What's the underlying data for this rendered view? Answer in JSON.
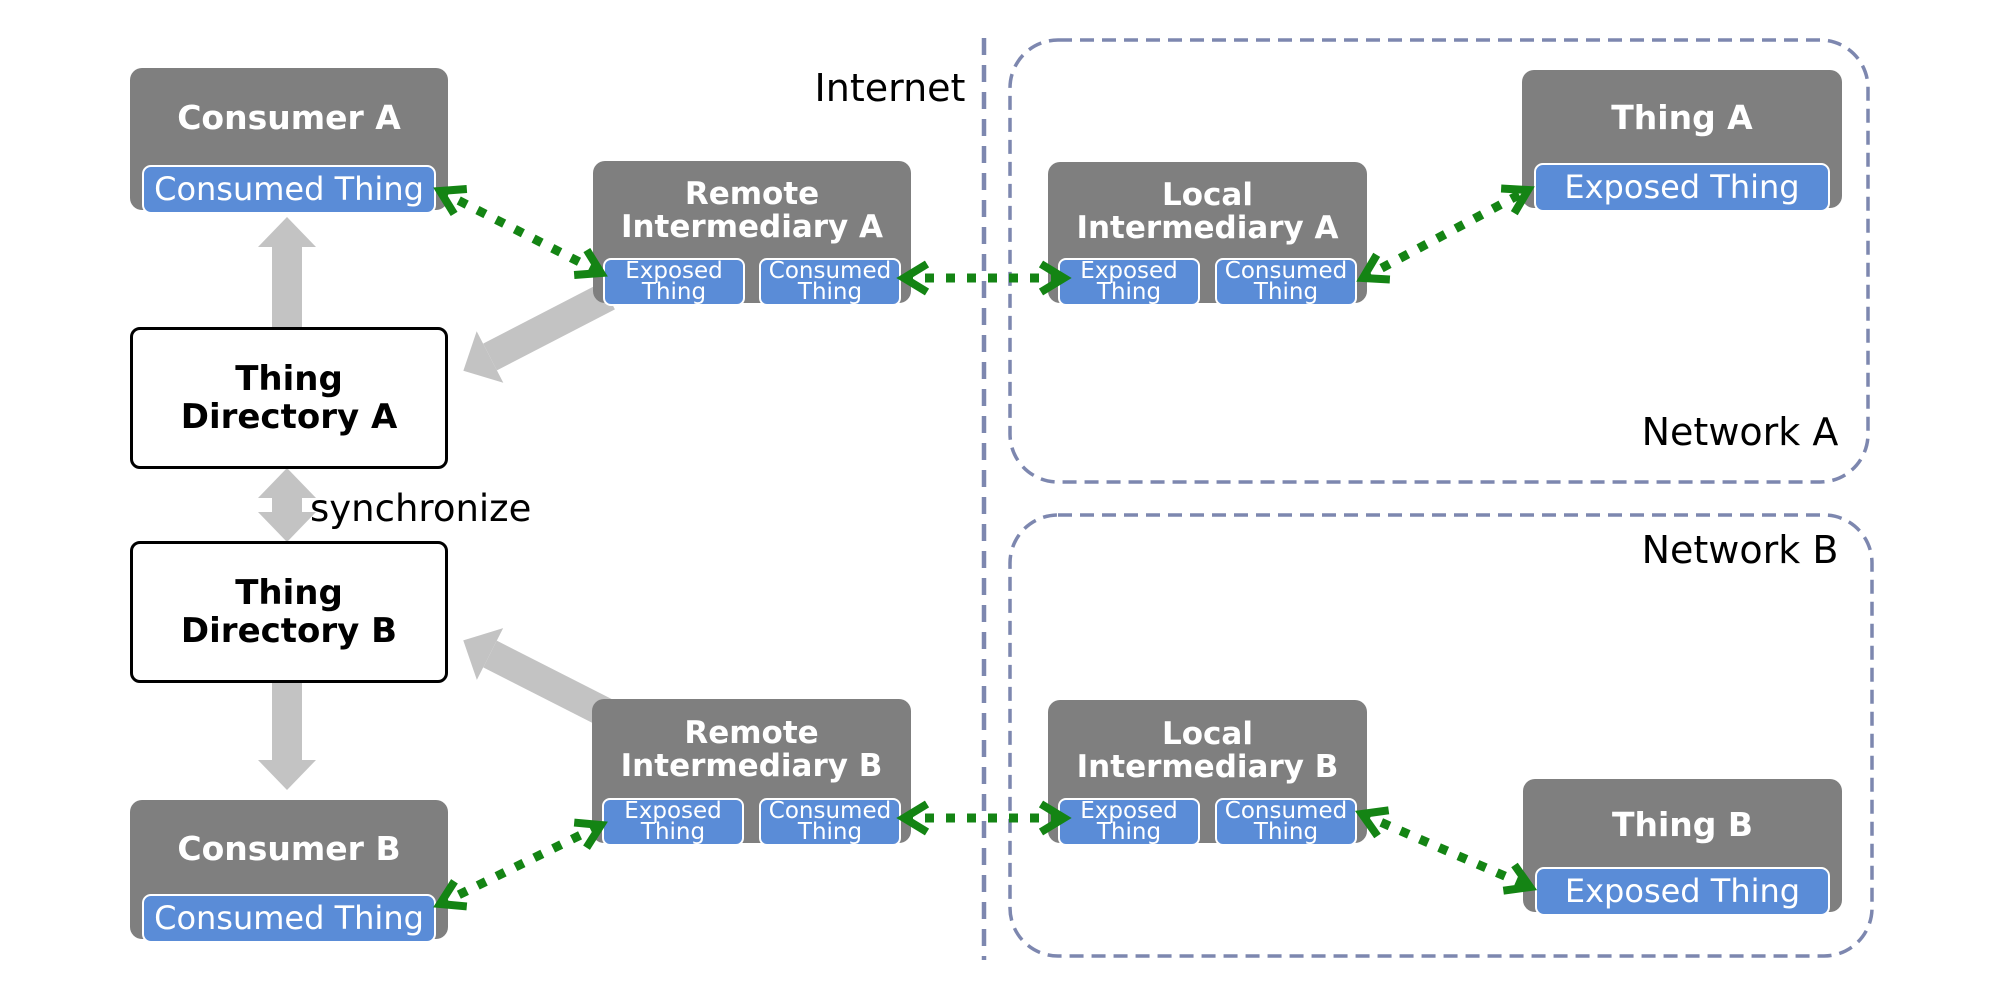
{
  "labels": {
    "internet": "Internet",
    "synchronize": "synchronize"
  },
  "networks": {
    "network_a": {
      "label": "Network A"
    },
    "network_b": {
      "label": "Network B"
    }
  },
  "nodes": {
    "consumer_a": {
      "title": "Consumer A",
      "consumed_thing": "Consumed Thing"
    },
    "thing_directory_a": {
      "title": "Thing Directory A"
    },
    "thing_directory_b": {
      "title": "Thing Directory B"
    },
    "consumer_b": {
      "title": "Consumer B",
      "consumed_thing": "Consumed Thing"
    },
    "remote_intermediary_a": {
      "title": "Remote Intermediary A",
      "exposed_thing": "Exposed Thing",
      "consumed_thing": "Consumed Thing"
    },
    "remote_intermediary_b": {
      "title": "Remote Intermediary B",
      "exposed_thing": "Exposed Thing",
      "consumed_thing": "Consumed Thing"
    },
    "local_intermediary_a": {
      "title": "Local Intermediary A",
      "exposed_thing": "Exposed Thing",
      "consumed_thing": "Consumed Thing"
    },
    "local_intermediary_b": {
      "title": "Local Intermediary B",
      "exposed_thing": "Exposed Thing",
      "consumed_thing": "Consumed Thing"
    },
    "thing_a": {
      "title": "Thing A",
      "exposed_thing": "Exposed Thing"
    },
    "thing_b": {
      "title": "Thing B",
      "exposed_thing": "Exposed Thing"
    }
  },
  "colors": {
    "node_gray": "#7f7f7f",
    "thing_blue": "#5a8cd7",
    "arrow_green": "#148414",
    "arrow_gray": "#c3c3c3",
    "network_border": "#7d87af",
    "directory_border": "#000000"
  }
}
